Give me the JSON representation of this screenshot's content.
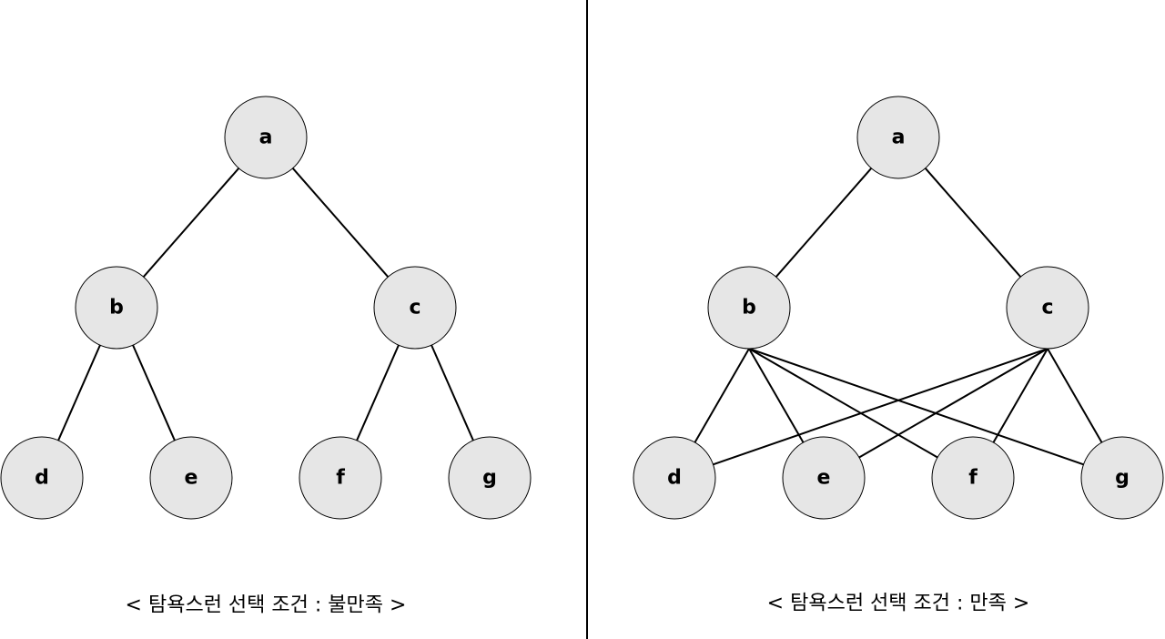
{
  "colors": {
    "node_fill": "#e6e6e6",
    "stroke": "#000000",
    "background": "#ffffff"
  },
  "diagrams": [
    {
      "caption": "< 탐욕스런 선택 조건 : 불만족 >",
      "nodes": [
        {
          "id": "a",
          "label": "a"
        },
        {
          "id": "b",
          "label": "b"
        },
        {
          "id": "c",
          "label": "c"
        },
        {
          "id": "d",
          "label": "d"
        },
        {
          "id": "e",
          "label": "e"
        },
        {
          "id": "f",
          "label": "f"
        },
        {
          "id": "g",
          "label": "g"
        }
      ],
      "edges": [
        [
          "a",
          "b"
        ],
        [
          "a",
          "c"
        ],
        [
          "b",
          "d"
        ],
        [
          "b",
          "e"
        ],
        [
          "c",
          "f"
        ],
        [
          "c",
          "g"
        ]
      ]
    },
    {
      "caption": "< 탐욕스런 선택 조건 : 만족 >",
      "nodes": [
        {
          "id": "a",
          "label": "a"
        },
        {
          "id": "b",
          "label": "b"
        },
        {
          "id": "c",
          "label": "c"
        },
        {
          "id": "d",
          "label": "d"
        },
        {
          "id": "e",
          "label": "e"
        },
        {
          "id": "f",
          "label": "f"
        },
        {
          "id": "g",
          "label": "g"
        }
      ],
      "edges": [
        [
          "a",
          "b"
        ],
        [
          "a",
          "c"
        ],
        [
          "b",
          "d"
        ],
        [
          "b",
          "e"
        ],
        [
          "b",
          "f"
        ],
        [
          "b",
          "g"
        ],
        [
          "c",
          "d"
        ],
        [
          "c",
          "e"
        ],
        [
          "c",
          "f"
        ],
        [
          "c",
          "g"
        ]
      ]
    }
  ]
}
